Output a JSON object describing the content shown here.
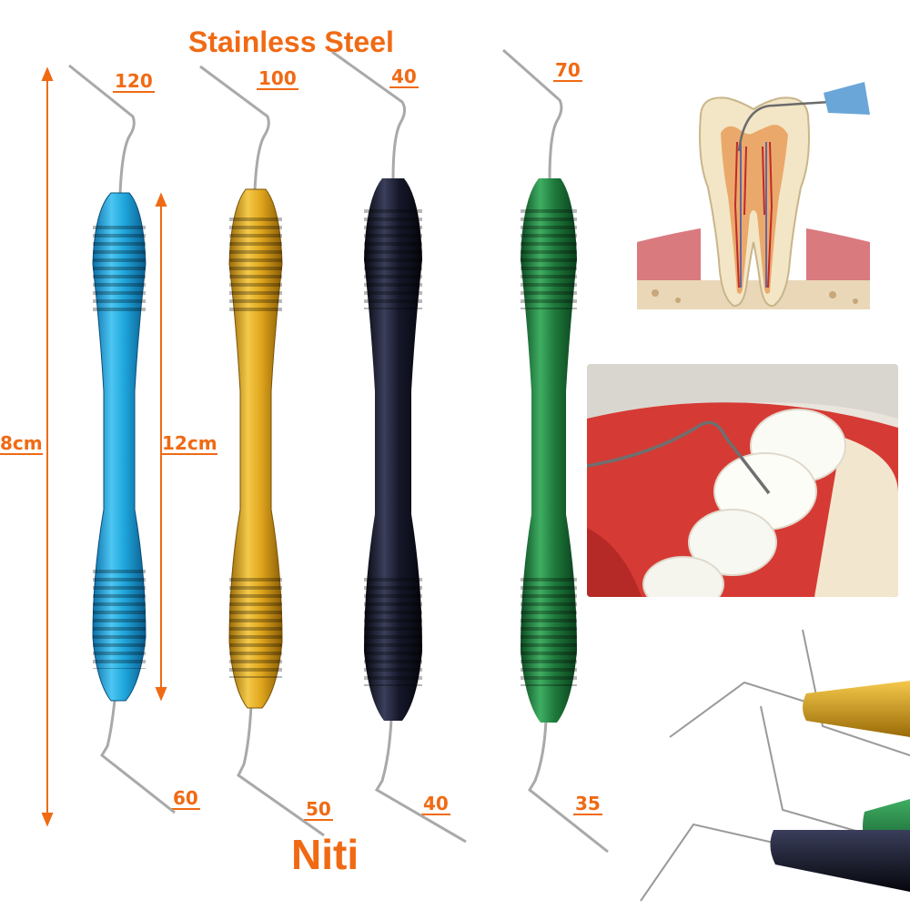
{
  "header": {
    "title": "Stainless Steel"
  },
  "footer": {
    "title": "Niti"
  },
  "dimensions": {
    "full_length": "8cm",
    "handle_length": "12cm"
  },
  "instruments": [
    {
      "color_name": "blue",
      "color": "#1fa6dc",
      "top_size": "120",
      "bottom_size": "60"
    },
    {
      "color_name": "gold",
      "color": "#e0a61d",
      "top_size": "100",
      "bottom_size": "50"
    },
    {
      "color_name": "black",
      "color": "#16182a",
      "top_size": "40",
      "bottom_size": "40"
    },
    {
      "color_name": "green",
      "color": "#1f7a3c",
      "top_size": "70",
      "bottom_size": "35"
    }
  ],
  "colors": {
    "accent": "#f06a14"
  }
}
